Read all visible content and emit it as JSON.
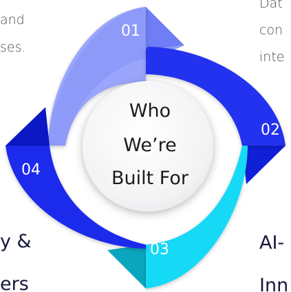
{
  "center_label": [
    "Who",
    "We’re",
    "Built For"
  ],
  "segments": [
    {
      "number": "01",
      "color": "#8d99f8"
    },
    {
      "number": "02",
      "color": "#2333ee"
    },
    {
      "number": "03",
      "color": "#16dcf8"
    },
    {
      "number": "04",
      "color": "#1a2aee"
    }
  ],
  "text_fragments": {
    "top_left": [
      "and",
      "ses."
    ],
    "top_right": [
      "Dat",
      "con",
      "inte"
    ],
    "bottom_left": [
      "y &",
      "ers"
    ],
    "bottom_right": [
      "AI-",
      "Inn"
    ]
  },
  "colors": {
    "segment_01_light": "#9aa5fb",
    "segment_01_arrow": "#6f7ef6",
    "segment_02": "#2333ee",
    "segment_02_arrow": "#1020d6",
    "segment_03": "#14d9f6",
    "segment_03_arrow": "#0aa6bd",
    "segment_04": "#1c2cec",
    "segment_04_arrow": "#0b18c4",
    "center_circle": "#f2f2f4"
  }
}
